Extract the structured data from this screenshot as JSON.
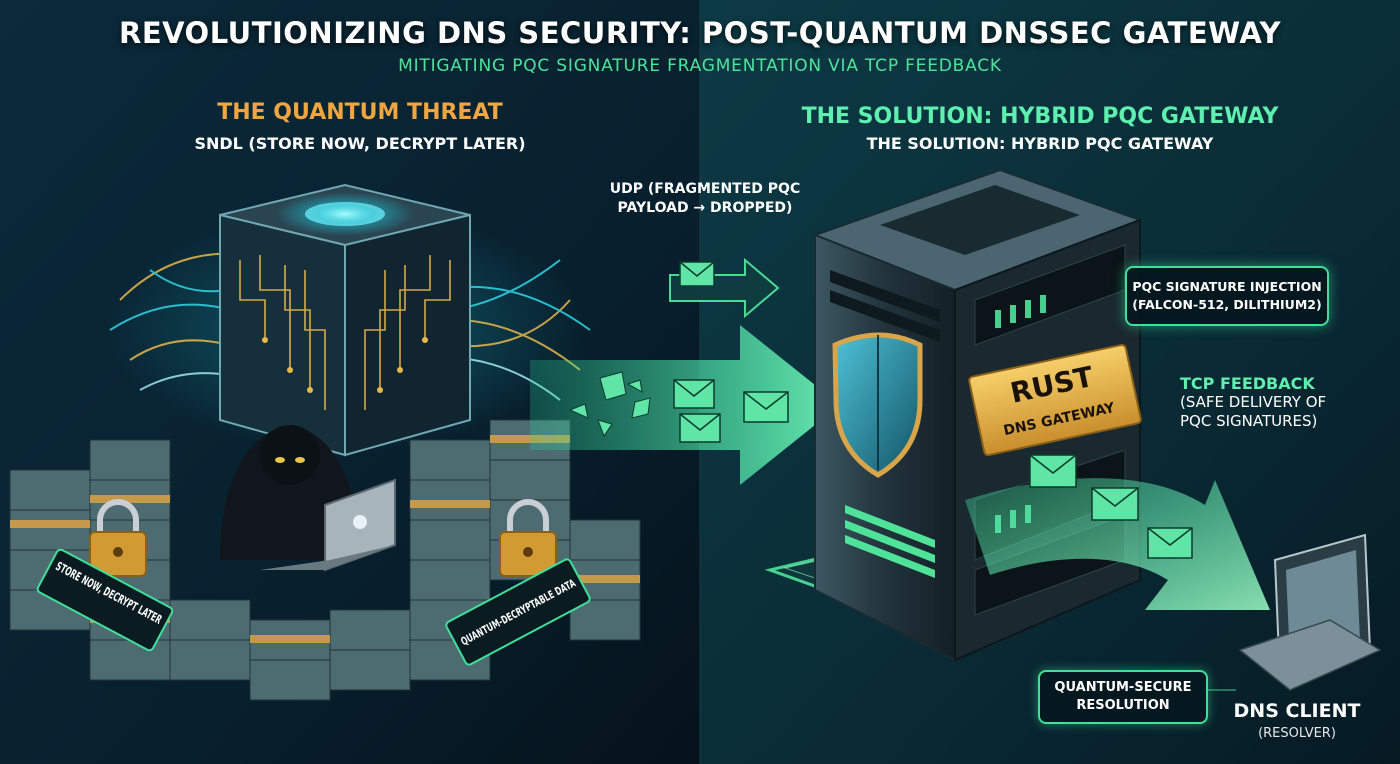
{
  "header": {
    "title": "REVOLUTIONIZING DNS SECURITY: POST-QUANTUM DNSSEC GATEWAY",
    "subtitle": "MITIGATING PQC SIGNATURE FRAGMENTATION VIA TCP FEEDBACK"
  },
  "threat_panel": {
    "heading": "THE QUANTUM THREAT",
    "subheading": "SNDL (STORE NOW, DECRYPT LATER)",
    "sign_store": "STORE NOW, DECRYPT LATER",
    "sign_data": "QUANTUM-DECRYPTABLE DATA"
  },
  "solution_panel": {
    "heading": "THE SOLUTION: HYBRID PQC GATEWAY",
    "subheading": "THE SOLUTION: HYBRID PQC GATEWAY"
  },
  "udp_label": "UDP (FRAGMENTED PQC PAYLOAD → DROPPED)",
  "gateway": {
    "server_label": "RUST",
    "server_sublabel": "DNS GATEWAY",
    "signature_callout": "PQC SIGNATURE INJECTION (FALCON-512, DILITHIUM2)",
    "tcp_heading": "TCP FEEDBACK",
    "tcp_description": "(SAFE DELIVERY OF PQC SIGNATURES)",
    "resolution_callout": "QUANTUM-SECURE RESOLUTION"
  },
  "client": {
    "label": "DNS CLIENT",
    "sublabel": "(RESOLVER)"
  },
  "colors": {
    "accent_green": "#4fe39a",
    "threat_orange": "#f0a640",
    "gold_plate": "#e3b44c",
    "background_dark": "#06141f"
  },
  "icons": [
    "padlock-icon",
    "envelope-icon",
    "shield-icon",
    "laptop-icon",
    "monitor-icon"
  ]
}
